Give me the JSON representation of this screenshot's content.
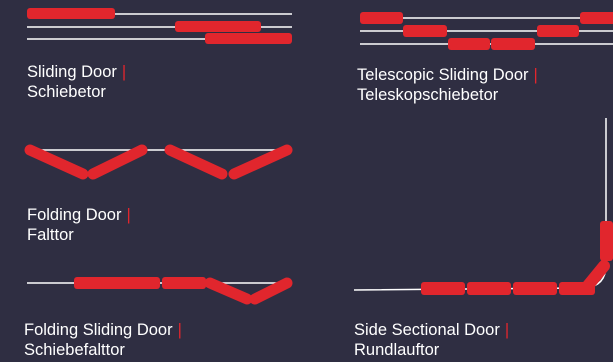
{
  "colors": {
    "background": "#2f2e42",
    "rail": "#ffffff",
    "door_leaf": "#e1262d",
    "separator": "#e1262d"
  },
  "door_types": [
    {
      "id": "sliding",
      "label_en": "Sliding Door",
      "separator": "|",
      "label_de": "Schiebetor"
    },
    {
      "id": "telescopic",
      "label_en": "Telescopic Sliding Door",
      "separator": "|",
      "label_de": "Teleskopschiebetor"
    },
    {
      "id": "folding",
      "label_en": "Folding Door",
      "separator": "|",
      "label_de": "Falttor"
    },
    {
      "id": "folding-sliding",
      "label_en": "Folding Sliding Door",
      "separator": "|",
      "label_de": "Schiebefalttor"
    },
    {
      "id": "side-sectional",
      "label_en": "Side Sectional Door",
      "separator": "|",
      "label_de": "Rundlauftor"
    }
  ]
}
